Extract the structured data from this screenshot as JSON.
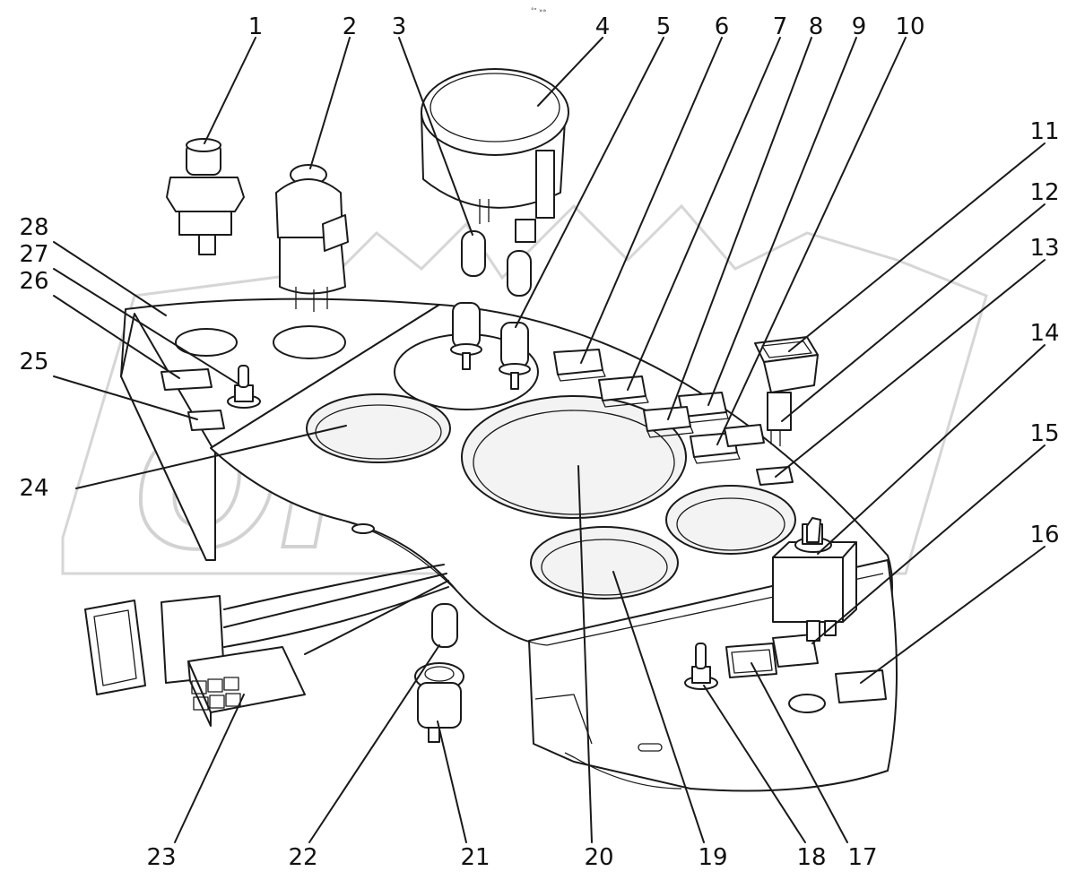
{
  "title_mark": "°\" »»",
  "watermark": "OPEX",
  "colors": {
    "line": "#1a1a1a",
    "background": "#ffffff",
    "watermark": "#d6d6d6"
  },
  "labels": [
    {
      "id": "1",
      "text": "1"
    },
    {
      "id": "2",
      "text": "2"
    },
    {
      "id": "3",
      "text": "3"
    },
    {
      "id": "4",
      "text": "4"
    },
    {
      "id": "5",
      "text": "5"
    },
    {
      "id": "6",
      "text": "6"
    },
    {
      "id": "7",
      "text": "7"
    },
    {
      "id": "8",
      "text": "8"
    },
    {
      "id": "9",
      "text": "9"
    },
    {
      "id": "10",
      "text": "10"
    },
    {
      "id": "11",
      "text": "11"
    },
    {
      "id": "12",
      "text": "12"
    },
    {
      "id": "13",
      "text": "13"
    },
    {
      "id": "14",
      "text": "14"
    },
    {
      "id": "15",
      "text": "15"
    },
    {
      "id": "16",
      "text": "16"
    },
    {
      "id": "17",
      "text": "17"
    },
    {
      "id": "18",
      "text": "18"
    },
    {
      "id": "19",
      "text": "19"
    },
    {
      "id": "20",
      "text": "20"
    },
    {
      "id": "21",
      "text": "21"
    },
    {
      "id": "22",
      "text": "22"
    },
    {
      "id": "23",
      "text": "23"
    },
    {
      "id": "24",
      "text": "24"
    },
    {
      "id": "25",
      "text": "25"
    },
    {
      "id": "26",
      "text": "26"
    },
    {
      "id": "27",
      "text": "27"
    },
    {
      "id": "28",
      "text": "28"
    }
  ]
}
